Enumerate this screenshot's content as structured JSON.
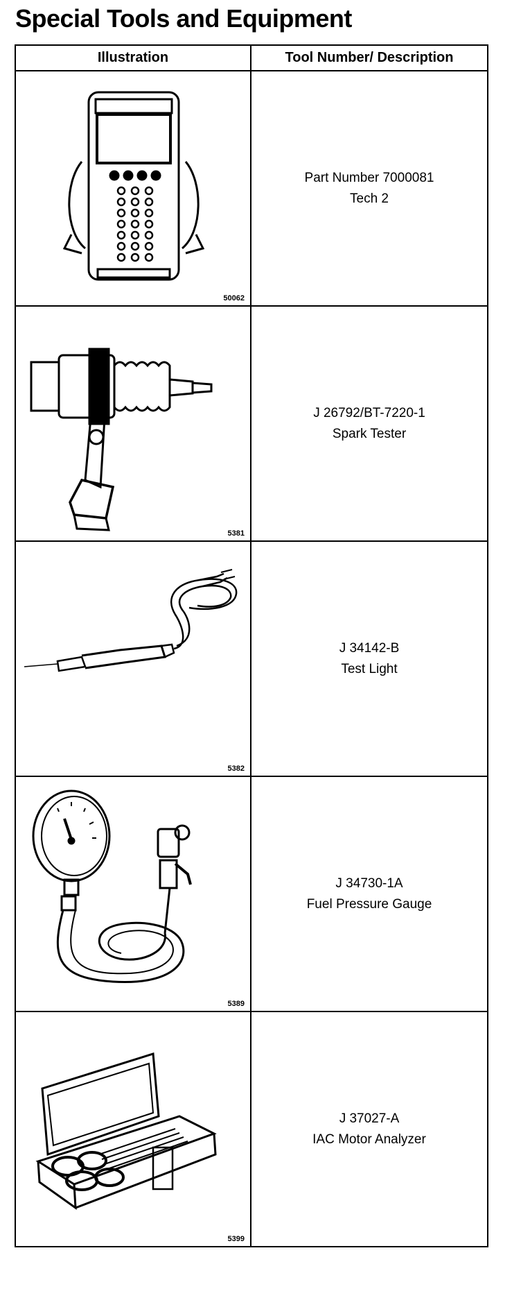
{
  "title": "Special Tools and Equipment",
  "headers": {
    "illustration": "Illustration",
    "description": "Tool Number/ Description"
  },
  "tools": [
    {
      "figure": "50062",
      "number": "Part Number 7000081",
      "name": "Tech 2",
      "icon": "scan-tool-icon"
    },
    {
      "figure": "5381",
      "number": "J 26792/BT-7220-1",
      "name": "Spark Tester",
      "icon": "spark-tester-icon"
    },
    {
      "figure": "5382",
      "number": "J 34142-B",
      "name": "Test Light",
      "icon": "test-light-icon"
    },
    {
      "figure": "5389",
      "number": "J 34730-1A",
      "name": "Fuel Pressure Gauge",
      "icon": "fuel-gauge-icon"
    },
    {
      "figure": "5399",
      "number": "J 37027-A",
      "name": "IAC Motor Analyzer",
      "icon": "iac-analyzer-icon"
    }
  ]
}
